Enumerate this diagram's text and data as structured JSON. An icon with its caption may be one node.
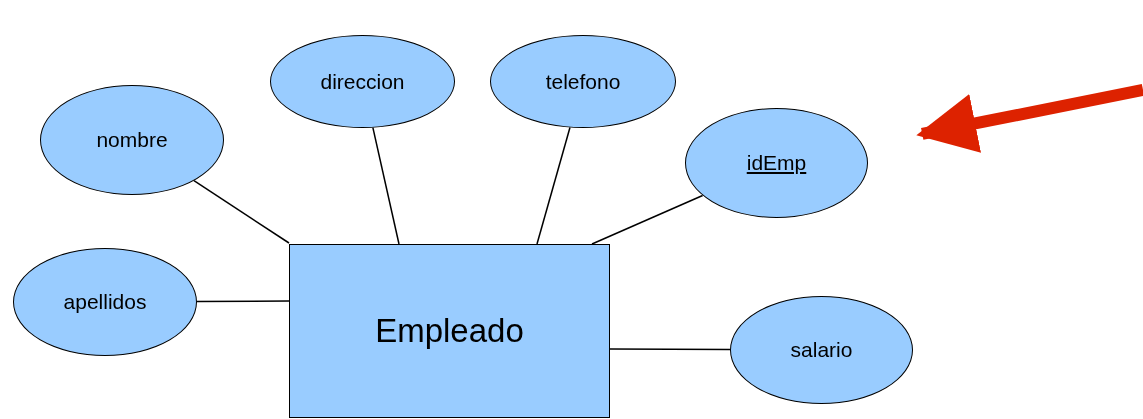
{
  "diagram": {
    "nodes": [
      {
        "text": [
          "direccion"
        ]
      },
      {
        "text": [
          "telefono"
        ]
      },
      {
        "text": [
          "nombre"
        ]
      },
      {
        "text": [
          "idEmp"
        ]
      },
      {
        "text": [
          "apellidos"
        ]
      },
      {
        "text": [
          "Empleado"
        ]
      },
      {
        "text": [
          "salario"
        ]
      }
    ],
    "edges": [
      {
        "from": 5,
        "to": 2,
        "arrow": "none"
      },
      {
        "from": 5,
        "to": 0,
        "arrow": "none"
      },
      {
        "from": 5,
        "to": 1,
        "arrow": "none"
      },
      {
        "from": 5,
        "to": 3,
        "arrow": "none"
      },
      {
        "from": 5,
        "to": 4,
        "arrow": "none"
      },
      {
        "from": 5,
        "to": 6,
        "arrow": "none"
      },
      {
        "from": null,
        "to": 3,
        "arrow": "to",
        "style": "thick",
        "color": "#dd2200"
      }
    ]
  }
}
